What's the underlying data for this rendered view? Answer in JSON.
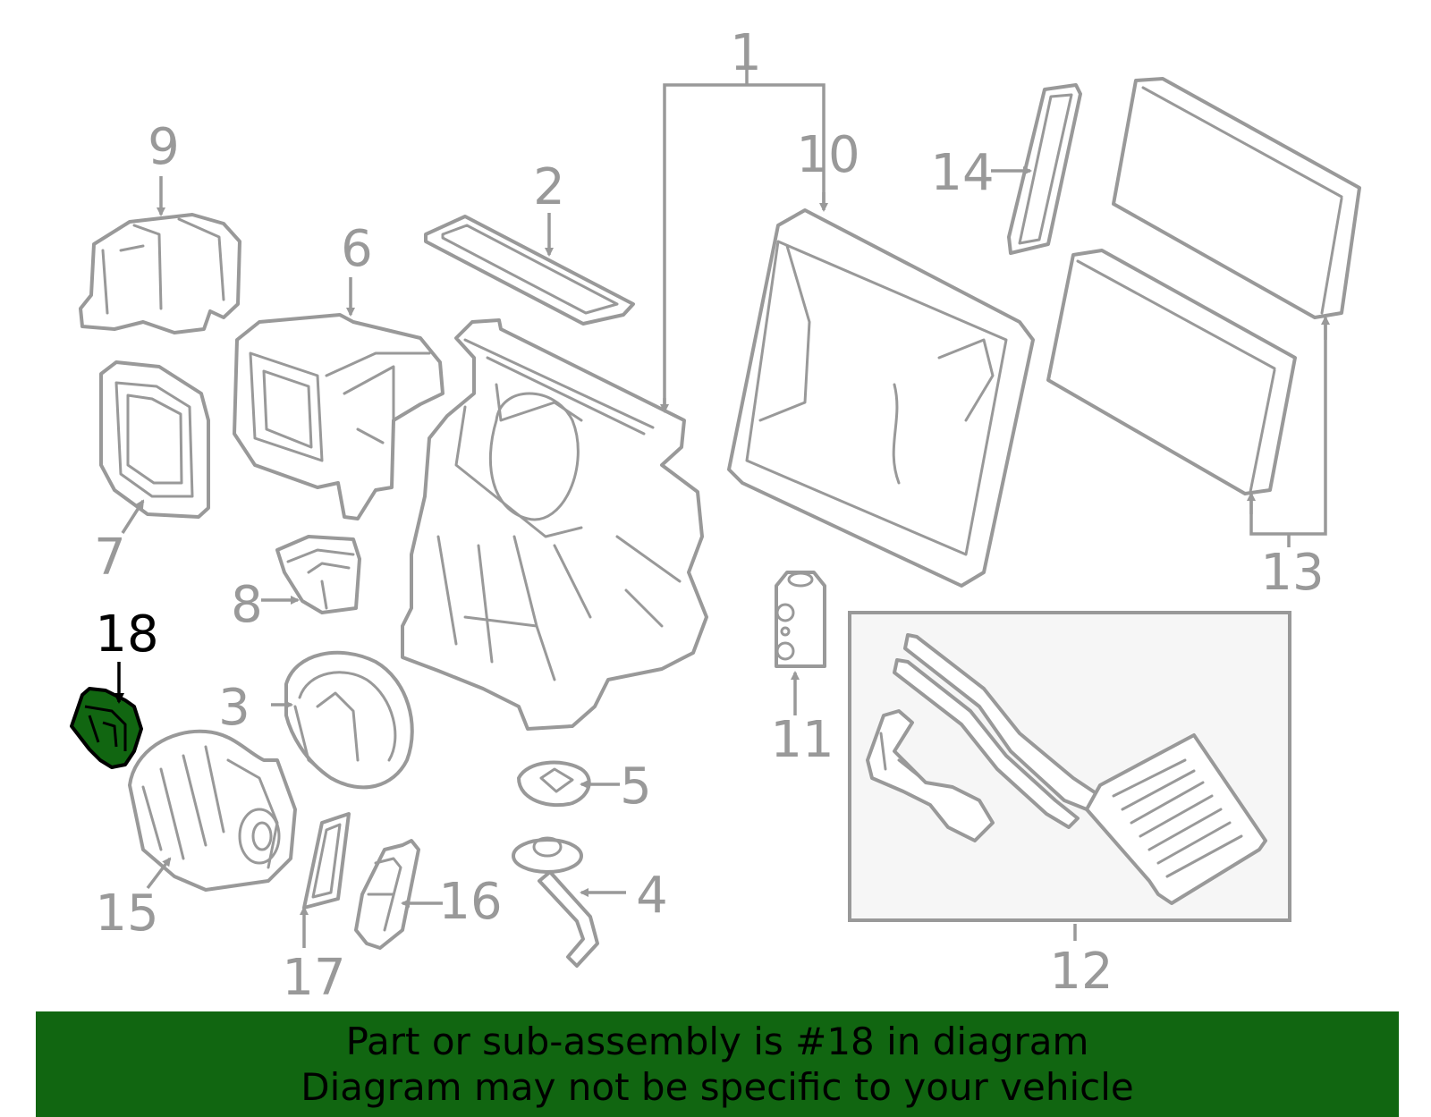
{
  "diagram": {
    "highlighted_part": "18",
    "highlight_color": "#116611",
    "line_color": "#999999",
    "callouts": [
      "1",
      "2",
      "3",
      "4",
      "5",
      "6",
      "7",
      "8",
      "9",
      "10",
      "11",
      "12",
      "13",
      "14",
      "15",
      "16",
      "17",
      "18"
    ]
  },
  "banner": {
    "background": "#116611",
    "line1": "Part or sub-assembly is #18 in diagram",
    "line2": "Diagram may not be specific to your vehicle"
  }
}
